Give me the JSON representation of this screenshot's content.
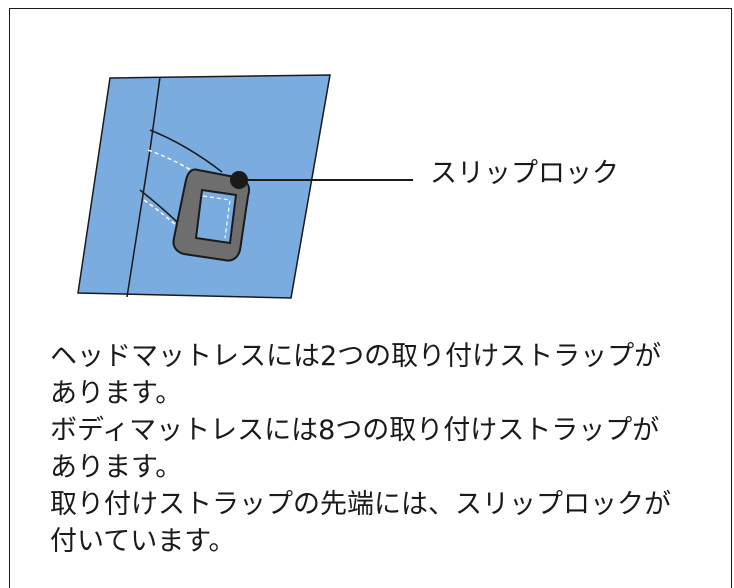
{
  "diagram": {
    "callout_label": "スリップロック",
    "colors": {
      "mattress_fill": "#7aace0",
      "outline": "#1a1a1a",
      "lock_fill": "#6e6e6e",
      "stitch": "#ffffff"
    }
  },
  "description": {
    "lines": [
      "ヘッドマットレスには2つの取り付けストラップが",
      "あります。",
      "ボディマットレスには8つの取り付けストラップが",
      "あります。",
      "取り付けストラップの先端には、スリップロックが",
      "付いています。"
    ]
  }
}
